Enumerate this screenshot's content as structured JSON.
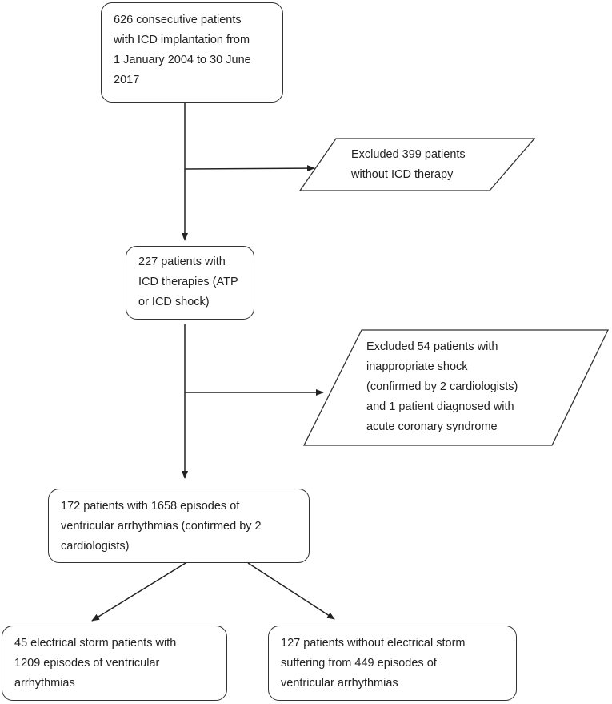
{
  "diagram": {
    "start": {
      "lines": [
        "626 consecutive patients",
        "with ICD implantation from",
        "1 January 2004 to 30 June",
        "2017"
      ]
    },
    "exclusion_1": {
      "lines": [
        "Excluded 399 patients",
        "without ICD therapy"
      ]
    },
    "with_therapies": {
      "lines": [
        "227 patients with",
        "ICD therapies (ATP",
        "or ICD shock)"
      ]
    },
    "exclusion_2": {
      "lines": [
        "Excluded 54 patients with",
        "inappropriate shock",
        "(confirmed by 2 cardiologists)",
        "and 1 patient diagnosed with",
        "acute coronary syndrome"
      ]
    },
    "va_patients": {
      "lines": [
        "172 patients with 1658 episodes of",
        "ventricular arrhythmias (confirmed by 2",
        "cardiologists)"
      ]
    },
    "storm": {
      "lines": [
        "45 electrical storm patients with",
        "1209 episodes of ventricular",
        "arrhythmias"
      ]
    },
    "no_storm": {
      "lines": [
        "127 patients without electrical storm",
        "suffering from 449 episodes of",
        "ventricular arrhythmias"
      ]
    }
  }
}
